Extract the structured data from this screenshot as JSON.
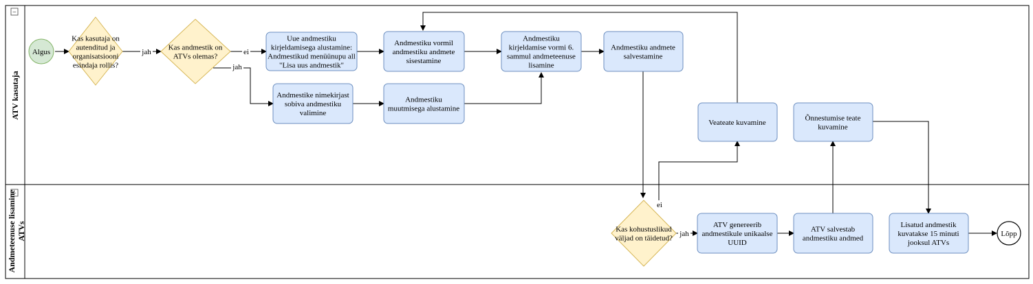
{
  "lanes": {
    "top": "ATV kasutaja",
    "bottom_line1": "Andmeteenuse lisamine",
    "bottom_line2": "ATVs",
    "collapse_glyph": "−"
  },
  "nodes": {
    "start": "Algus",
    "q_auth": [
      "Kas kasutaja on",
      "autenditud ja",
      "organisatsiooni",
      "esindaja rollis?"
    ],
    "q_exists": [
      "Kas andmestik on",
      "ATVs olemas?"
    ],
    "new_dataset": [
      "Uue andmestiku",
      "kirjeldamisega alustamine:",
      "Andmestikud menüünupu all",
      "\"Lisa uus andmestik\""
    ],
    "form_entry": [
      "Andmestiku vormil",
      "andmestiku andmete",
      "sisestamine"
    ],
    "step6": [
      "Andmestiku",
      "kirjeldamise vormi 6.",
      "sammul andmeteenuse",
      "lisamine"
    ],
    "save": [
      "Andmestiku andmete",
      "salvestamine"
    ],
    "select_list": [
      "Andmestike nimekirjast",
      "sobiva andmestiku",
      "valimine"
    ],
    "start_edit": [
      "Andmestiku",
      "muutmisega alustamine"
    ],
    "errors": [
      "Veateate kuvamine"
    ],
    "success": [
      "Õnnestumise teate",
      "kuvamine"
    ],
    "q_required": [
      "Kas kohustuslikud",
      "väljad on täidetud?"
    ],
    "gen_uuid": [
      "ATV genereerib",
      "andmestikule unikaalse",
      "UUID"
    ],
    "atv_save": [
      "ATV salvestab",
      "andmestiku andmed"
    ],
    "shown": [
      "Lisatud andmestik",
      "kuvatakse 15 minuti",
      "jooksul ATVs"
    ],
    "end": "Lõpp"
  },
  "edges": {
    "yes": "jah",
    "no": "ei"
  }
}
